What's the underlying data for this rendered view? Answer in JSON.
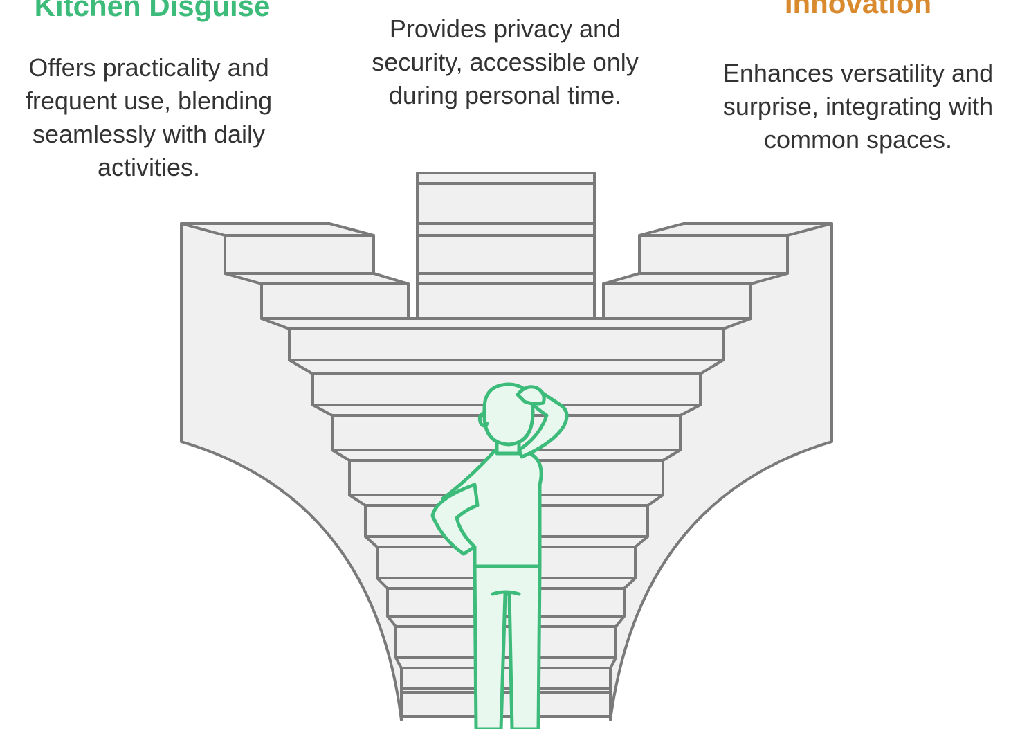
{
  "options": [
    {
      "title": "Kitchen Disguise",
      "description": "Offers practicality and frequent use, blending seamlessly with daily activities."
    },
    {
      "title": "",
      "description": "Provides privacy and security, accessible only during personal time."
    },
    {
      "title": "Innovation",
      "description": "Enhances versatility and surprise, integrating with common spaces."
    }
  ],
  "colors": {
    "kitchen_title": "#3dbb7a",
    "innovation_title": "#d98a2e",
    "body_text": "#333333",
    "stair_fill": "#f0f0f0",
    "stair_stroke": "#7a7a7a",
    "figure_stroke": "#3dbb7a",
    "figure_fill": "#e8f8ee"
  },
  "illustration": {
    "icon": "person-scratching-head-before-stairs-icon"
  }
}
